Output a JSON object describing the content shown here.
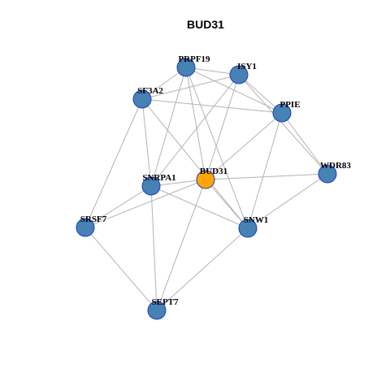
{
  "title": "BUD31",
  "colors": {
    "node_fill": "#4682b4",
    "center_fill": "#ffa500",
    "node_stroke": "#1f3fbf",
    "edge": "#b3b3b3"
  },
  "nodes": [
    {
      "id": "PRPF19",
      "label": "PRPF19",
      "center": false
    },
    {
      "id": "ISY1",
      "label": "ISY1",
      "center": false
    },
    {
      "id": "SF3A2",
      "label": "SF3A2",
      "center": false
    },
    {
      "id": "PPIE",
      "label": "PPIE",
      "center": false
    },
    {
      "id": "WDR83",
      "label": "WDR83",
      "center": false
    },
    {
      "id": "SNRPA1",
      "label": "SNRPA1",
      "center": false
    },
    {
      "id": "BUD31",
      "label": "BUD31",
      "center": true
    },
    {
      "id": "SRSF7",
      "label": "SRSF7",
      "center": false
    },
    {
      "id": "SNW1",
      "label": "SNW1",
      "center": false
    },
    {
      "id": "SEPT7",
      "label": "SEPT7",
      "center": false
    }
  ],
  "edges": [
    [
      "PRPF19",
      "ISY1"
    ],
    [
      "PRPF19",
      "SF3A2"
    ],
    [
      "PRPF19",
      "PPIE"
    ],
    [
      "PRPF19",
      "SNRPA1"
    ],
    [
      "PRPF19",
      "BUD31"
    ],
    [
      "PRPF19",
      "SNW1"
    ],
    [
      "ISY1",
      "SF3A2"
    ],
    [
      "ISY1",
      "PPIE"
    ],
    [
      "ISY1",
      "WDR83"
    ],
    [
      "ISY1",
      "SNRPA1"
    ],
    [
      "ISY1",
      "BUD31"
    ],
    [
      "SF3A2",
      "PPIE"
    ],
    [
      "SF3A2",
      "SNRPA1"
    ],
    [
      "SF3A2",
      "SRSF7"
    ],
    [
      "SF3A2",
      "SNW1"
    ],
    [
      "PPIE",
      "WDR83"
    ],
    [
      "PPIE",
      "BUD31"
    ],
    [
      "PPIE",
      "SNW1"
    ],
    [
      "WDR83",
      "BUD31"
    ],
    [
      "WDR83",
      "SNW1"
    ],
    [
      "SNRPA1",
      "BUD31"
    ],
    [
      "SNRPA1",
      "SRSF7"
    ],
    [
      "SNRPA1",
      "SNW1"
    ],
    [
      "SNRPA1",
      "SEPT7"
    ],
    [
      "BUD31",
      "SRSF7"
    ],
    [
      "BUD31",
      "SNW1"
    ],
    [
      "BUD31",
      "SEPT7"
    ],
    [
      "SRSF7",
      "SEPT7"
    ],
    [
      "SNW1",
      "SEPT7"
    ]
  ]
}
